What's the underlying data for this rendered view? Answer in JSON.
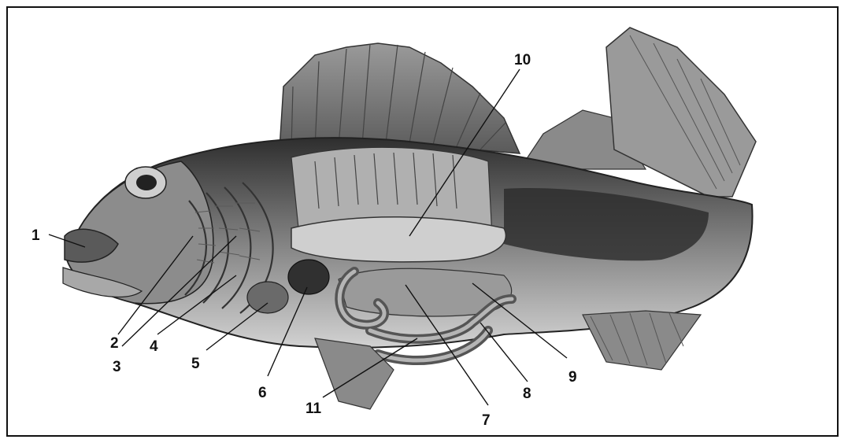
{
  "figure": {
    "subject": "perch-anatomy",
    "labels": [
      {
        "id": "label-1",
        "text": "1"
      },
      {
        "id": "label-2",
        "text": "2"
      },
      {
        "id": "label-3",
        "text": "3"
      },
      {
        "id": "label-4",
        "text": "4"
      },
      {
        "id": "label-5",
        "text": "5"
      },
      {
        "id": "label-6",
        "text": "6"
      },
      {
        "id": "label-7",
        "text": "7"
      },
      {
        "id": "label-8",
        "text": "8"
      },
      {
        "id": "label-9",
        "text": "9"
      },
      {
        "id": "label-10",
        "text": "10"
      },
      {
        "id": "label-11",
        "text": "11"
      }
    ]
  },
  "colors": {
    "ink": "#111111",
    "body_dark": "#3a3a3a",
    "body_mid": "#8f8f8f",
    "body_light": "#c8c8c8",
    "organ": "#a5a5a5",
    "background": "#ffffff"
  }
}
